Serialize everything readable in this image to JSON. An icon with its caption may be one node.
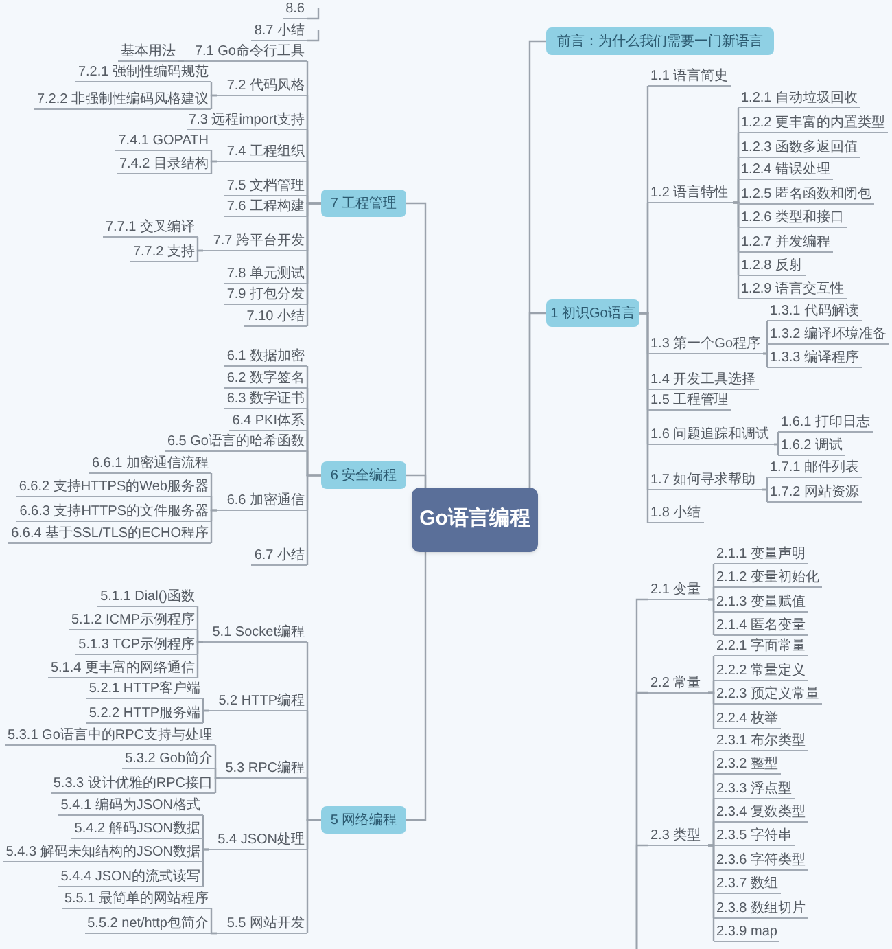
{
  "diagram": {
    "nodes": [
      {
        "text": [
          "Go语言编程"
        ]
      },
      {
        "text": [
          "8.6"
        ]
      },
      {
        "text": [
          "8.7 小结"
        ]
      },
      {
        "text": [
          "7 工程管理"
        ]
      },
      {
        "text": [
          "7.1 Go命令行工具"
        ]
      },
      {
        "text": [
          "基本用法"
        ]
      },
      {
        "text": [
          "7.2 代码风格"
        ]
      },
      {
        "text": [
          "7.2.1 强制性编码规范"
        ]
      },
      {
        "text": [
          "7.2.2 非强制性编码风格建议"
        ]
      },
      {
        "text": [
          "7.3 远程import支持"
        ]
      },
      {
        "text": [
          "7.4 工程组织"
        ]
      },
      {
        "text": [
          "7.4.1 GOPATH"
        ]
      },
      {
        "text": [
          "7.4.2 目录结构"
        ]
      },
      {
        "text": [
          "7.5 文档管理"
        ]
      },
      {
        "text": [
          "7.6 工程构建"
        ]
      },
      {
        "text": [
          "7.7 跨平台开发"
        ]
      },
      {
        "text": [
          "7.7.1 交叉编译"
        ]
      },
      {
        "text": [
          "7.7.2 支持"
        ]
      },
      {
        "text": [
          "7.8 单元测试"
        ]
      },
      {
        "text": [
          "7.9 打包分发"
        ]
      },
      {
        "text": [
          "7.10 小结"
        ]
      },
      {
        "text": [
          "6 安全编程"
        ]
      },
      {
        "text": [
          "6.1 数据加密"
        ]
      },
      {
        "text": [
          "6.2 数字签名"
        ]
      },
      {
        "text": [
          "6.3 数字证书"
        ]
      },
      {
        "text": [
          "6.4 PKI体系"
        ]
      },
      {
        "text": [
          "6.5 Go语言的哈希函数"
        ]
      },
      {
        "text": [
          "6.6 加密通信"
        ]
      },
      {
        "text": [
          "6.6.1 加密通信流程"
        ]
      },
      {
        "text": [
          "6.6.2 支持HTTPS的Web服务器"
        ]
      },
      {
        "text": [
          "6.6.3 支持HTTPS的文件服务器"
        ]
      },
      {
        "text": [
          "6.6.4 基于SSL/TLS的ECHO程序"
        ]
      },
      {
        "text": [
          "6.7 小结"
        ]
      },
      {
        "text": [
          "5 网络编程"
        ]
      },
      {
        "text": [
          "5.1 Socket编程"
        ]
      },
      {
        "text": [
          "5.1.1 Dial()函数"
        ]
      },
      {
        "text": [
          "5.1.2 ICMP示例程序"
        ]
      },
      {
        "text": [
          "5.1.3 TCP示例程序"
        ]
      },
      {
        "text": [
          "5.1.4 更丰富的网络通信"
        ]
      },
      {
        "text": [
          "5.2 HTTP编程"
        ]
      },
      {
        "text": [
          "5.2.1 HTTP客户端"
        ]
      },
      {
        "text": [
          "5.2.2 HTTP服务端"
        ]
      },
      {
        "text": [
          "5.3 RPC编程"
        ]
      },
      {
        "text": [
          "5.3.1 Go语言中的RPC支持与处理"
        ]
      },
      {
        "text": [
          "5.3.2 Gob简介"
        ]
      },
      {
        "text": [
          "5.3.3 设计优雅的RPC接口"
        ]
      },
      {
        "text": [
          "5.4 JSON处理"
        ]
      },
      {
        "text": [
          "5.4.1 编码为JSON格式"
        ]
      },
      {
        "text": [
          "5.4.2 解码JSON数据"
        ]
      },
      {
        "text": [
          "5.4.3 解码未知结构的JSON数据"
        ]
      },
      {
        "text": [
          "5.4.4 JSON的流式读写"
        ]
      },
      {
        "text": [
          "5.5 网站开发"
        ]
      },
      {
        "text": [
          "5.5.1 最简单的网站程序"
        ]
      },
      {
        "text": [
          "5.5.2 net/http包简介"
        ]
      },
      {
        "text": [
          "前言：为什么我们需要一门新语言"
        ]
      },
      {
        "text": [
          "1 初识Go语言"
        ]
      },
      {
        "text": [
          "1.1 语言简史"
        ]
      },
      {
        "text": [
          "1.2 语言特性"
        ]
      },
      {
        "text": [
          "1.2.1 自动垃圾回收"
        ]
      },
      {
        "text": [
          "1.2.2 更丰富的内置类型"
        ]
      },
      {
        "text": [
          "1.2.3 函数多返回值"
        ]
      },
      {
        "text": [
          "1.2.4 错误处理"
        ]
      },
      {
        "text": [
          "1.2.5 匿名函数和闭包"
        ]
      },
      {
        "text": [
          "1.2.6 类型和接口"
        ]
      },
      {
        "text": [
          "1.2.7 并发编程"
        ]
      },
      {
        "text": [
          "1.2.8 反射"
        ]
      },
      {
        "text": [
          "1.2.9 语言交互性"
        ]
      },
      {
        "text": [
          "1.3 第一个Go程序"
        ]
      },
      {
        "text": [
          "1.3.1 代码解读"
        ]
      },
      {
        "text": [
          "1.3.2 编译环境准备"
        ]
      },
      {
        "text": [
          "1.3.3 编译程序"
        ]
      },
      {
        "text": [
          "1.4 开发工具选择"
        ]
      },
      {
        "text": [
          "1.5 工程管理"
        ]
      },
      {
        "text": [
          "1.6 问题追踪和调试"
        ]
      },
      {
        "text": [
          "1.6.1 打印日志"
        ]
      },
      {
        "text": [
          "1.6.2 调试"
        ]
      },
      {
        "text": [
          "1.7 如何寻求帮助"
        ]
      },
      {
        "text": [
          "1.7.1 邮件列表"
        ]
      },
      {
        "text": [
          "1.7.2 网站资源"
        ]
      },
      {
        "text": [
          "1.8 小结"
        ]
      },
      {
        "text": [
          "2.1 变量"
        ]
      },
      {
        "text": [
          "2.1.1 变量声明"
        ]
      },
      {
        "text": [
          "2.1.2 变量初始化"
        ]
      },
      {
        "text": [
          "2.1.3 变量赋值"
        ]
      },
      {
        "text": [
          "2.1.4 匿名变量"
        ]
      },
      {
        "text": [
          "2.2 常量"
        ]
      },
      {
        "text": [
          "2.2.1 字面常量"
        ]
      },
      {
        "text": [
          "2.2.2 常量定义"
        ]
      },
      {
        "text": [
          "2.2.3 预定义常量"
        ]
      },
      {
        "text": [
          "2.2.4 枚举"
        ]
      },
      {
        "text": [
          "2.3 类型"
        ]
      },
      {
        "text": [
          "2.3.1 布尔类型"
        ]
      },
      {
        "text": [
          "2.3.2 整型"
        ]
      },
      {
        "text": [
          "2.3.3 浮点型"
        ]
      },
      {
        "text": [
          "2.3.4 复数类型"
        ]
      },
      {
        "text": [
          "2.3.5 字符串"
        ]
      },
      {
        "text": [
          "2.3.6 字符类型"
        ]
      },
      {
        "text": [
          "2.3.7 数组"
        ]
      },
      {
        "text": [
          "2.3.8 数组切片"
        ]
      },
      {
        "text": [
          "2.3.9 map"
        ]
      }
    ],
    "edges": [
      {
        "from": 0,
        "to": 3,
        "arrow": "none"
      },
      {
        "from": 0,
        "to": 21,
        "arrow": "none"
      },
      {
        "from": 0,
        "to": 33,
        "arrow": "none"
      },
      {
        "from": 0,
        "to": 54,
        "arrow": "none"
      },
      {
        "from": 0,
        "to": 55,
        "arrow": "none"
      },
      {
        "from": null,
        "to": 1,
        "arrow": "none"
      },
      {
        "from": null,
        "to": 2,
        "arrow": "none"
      },
      {
        "from": 3,
        "to": 4,
        "arrow": "none"
      },
      {
        "from": 3,
        "to": 6,
        "arrow": "none"
      },
      {
        "from": 3,
        "to": 9,
        "arrow": "none"
      },
      {
        "from": 3,
        "to": 10,
        "arrow": "none"
      },
      {
        "from": 3,
        "to": 13,
        "arrow": "none"
      },
      {
        "from": 3,
        "to": 14,
        "arrow": "none"
      },
      {
        "from": 3,
        "to": 15,
        "arrow": "none"
      },
      {
        "from": 3,
        "to": 18,
        "arrow": "none"
      },
      {
        "from": 3,
        "to": 19,
        "arrow": "none"
      },
      {
        "from": 3,
        "to": 20,
        "arrow": "none"
      },
      {
        "from": 4,
        "to": 5,
        "arrow": "none"
      },
      {
        "from": 6,
        "to": 7,
        "arrow": "none"
      },
      {
        "from": 6,
        "to": 8,
        "arrow": "none"
      },
      {
        "from": 10,
        "to": 11,
        "arrow": "none"
      },
      {
        "from": 10,
        "to": 12,
        "arrow": "none"
      },
      {
        "from": 15,
        "to": 16,
        "arrow": "none"
      },
      {
        "from": 15,
        "to": 17,
        "arrow": "none"
      },
      {
        "from": 21,
        "to": 22,
        "arrow": "none"
      },
      {
        "from": 21,
        "to": 23,
        "arrow": "none"
      },
      {
        "from": 21,
        "to": 24,
        "arrow": "none"
      },
      {
        "from": 21,
        "to": 25,
        "arrow": "none"
      },
      {
        "from": 21,
        "to": 26,
        "arrow": "none"
      },
      {
        "from": 21,
        "to": 27,
        "arrow": "none"
      },
      {
        "from": 21,
        "to": 32,
        "arrow": "none"
      },
      {
        "from": 27,
        "to": 28,
        "arrow": "none"
      },
      {
        "from": 27,
        "to": 29,
        "arrow": "none"
      },
      {
        "from": 27,
        "to": 30,
        "arrow": "none"
      },
      {
        "from": 27,
        "to": 31,
        "arrow": "none"
      },
      {
        "from": 33,
        "to": 34,
        "arrow": "none"
      },
      {
        "from": 33,
        "to": 39,
        "arrow": "none"
      },
      {
        "from": 33,
        "to": 42,
        "arrow": "none"
      },
      {
        "from": 33,
        "to": 46,
        "arrow": "none"
      },
      {
        "from": 33,
        "to": 51,
        "arrow": "none"
      },
      {
        "from": 34,
        "to": 35,
        "arrow": "none"
      },
      {
        "from": 34,
        "to": 36,
        "arrow": "none"
      },
      {
        "from": 34,
        "to": 37,
        "arrow": "none"
      },
      {
        "from": 34,
        "to": 38,
        "arrow": "none"
      },
      {
        "from": 39,
        "to": 40,
        "arrow": "none"
      },
      {
        "from": 39,
        "to": 41,
        "arrow": "none"
      },
      {
        "from": 42,
        "to": 43,
        "arrow": "none"
      },
      {
        "from": 42,
        "to": 44,
        "arrow": "none"
      },
      {
        "from": 42,
        "to": 45,
        "arrow": "none"
      },
      {
        "from": 46,
        "to": 47,
        "arrow": "none"
      },
      {
        "from": 46,
        "to": 48,
        "arrow": "none"
      },
      {
        "from": 46,
        "to": 49,
        "arrow": "none"
      },
      {
        "from": 46,
        "to": 50,
        "arrow": "none"
      },
      {
        "from": 51,
        "to": 52,
        "arrow": "none"
      },
      {
        "from": 51,
        "to": 53,
        "arrow": "none"
      },
      {
        "from": 55,
        "to": 56,
        "arrow": "none"
      },
      {
        "from": 55,
        "to": 57,
        "arrow": "none"
      },
      {
        "from": 55,
        "to": 67,
        "arrow": "none"
      },
      {
        "from": 55,
        "to": 71,
        "arrow": "none"
      },
      {
        "from": 55,
        "to": 72,
        "arrow": "none"
      },
      {
        "from": 55,
        "to": 73,
        "arrow": "none"
      },
      {
        "from": 55,
        "to": 76,
        "arrow": "none"
      },
      {
        "from": 55,
        "to": 79,
        "arrow": "none"
      },
      {
        "from": 57,
        "to": 58,
        "arrow": "none"
      },
      {
        "from": 57,
        "to": 59,
        "arrow": "none"
      },
      {
        "from": 57,
        "to": 60,
        "arrow": "none"
      },
      {
        "from": 57,
        "to": 61,
        "arrow": "none"
      },
      {
        "from": 57,
        "to": 62,
        "arrow": "none"
      },
      {
        "from": 57,
        "to": 63,
        "arrow": "none"
      },
      {
        "from": 57,
        "to": 64,
        "arrow": "none"
      },
      {
        "from": 57,
        "to": 65,
        "arrow": "none"
      },
      {
        "from": 57,
        "to": 66,
        "arrow": "none"
      },
      {
        "from": 67,
        "to": 68,
        "arrow": "none"
      },
      {
        "from": 67,
        "to": 69,
        "arrow": "none"
      },
      {
        "from": 67,
        "to": 70,
        "arrow": "none"
      },
      {
        "from": 73,
        "to": 74,
        "arrow": "none"
      },
      {
        "from": 73,
        "to": 75,
        "arrow": "none"
      },
      {
        "from": 76,
        "to": 77,
        "arrow": "none"
      },
      {
        "from": 76,
        "to": 78,
        "arrow": "none"
      },
      {
        "from": null,
        "to": 80,
        "arrow": "none"
      },
      {
        "from": null,
        "to": 85,
        "arrow": "none"
      },
      {
        "from": null,
        "to": 90,
        "arrow": "none"
      },
      {
        "from": 80,
        "to": 81,
        "arrow": "none"
      },
      {
        "from": 80,
        "to": 82,
        "arrow": "none"
      },
      {
        "from": 80,
        "to": 83,
        "arrow": "none"
      },
      {
        "from": 80,
        "to": 84,
        "arrow": "none"
      },
      {
        "from": 85,
        "to": 86,
        "arrow": "none"
      },
      {
        "from": 85,
        "to": 87,
        "arrow": "none"
      },
      {
        "from": 85,
        "to": 88,
        "arrow": "none"
      },
      {
        "from": 85,
        "to": 89,
        "arrow": "none"
      },
      {
        "from": 90,
        "to": 91,
        "arrow": "none"
      },
      {
        "from": 90,
        "to": 92,
        "arrow": "none"
      },
      {
        "from": 90,
        "to": 93,
        "arrow": "none"
      },
      {
        "from": 90,
        "to": 94,
        "arrow": "none"
      },
      {
        "from": 90,
        "to": 95,
        "arrow": "none"
      },
      {
        "from": 90,
        "to": 96,
        "arrow": "none"
      },
      {
        "from": 90,
        "to": 97,
        "arrow": "none"
      },
      {
        "from": 90,
        "to": 98,
        "arrow": "none"
      },
      {
        "from": 90,
        "to": 99,
        "arrow": "none"
      }
    ]
  }
}
